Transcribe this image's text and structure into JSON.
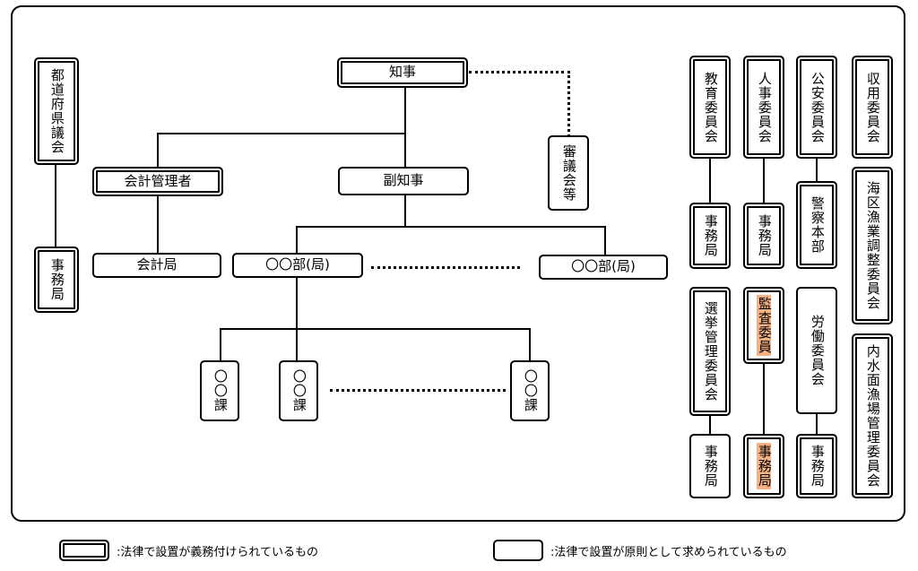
{
  "nodes": {
    "governor": "知事",
    "prefectural_assembly": "都道府県議会",
    "assembly_secretariat": "事務局",
    "councils": "審議会等",
    "accounting_manager": "会計管理者",
    "vice_governor": "副知事",
    "accounting_bureau": "会計局",
    "department_1": "〇〇部(局)",
    "department_2": "〇〇部(局)",
    "section_1": "〇〇課",
    "section_2": "〇〇課",
    "section_3": "〇〇課",
    "board_of_education": "教育委員会",
    "board_of_education_secretariat": "事務局",
    "personnel_commission": "人事委員会",
    "personnel_commission_secretariat": "事務局",
    "public_safety_commission": "公安委員会",
    "police_headquarters": "警察本部",
    "expropriation_committee": "収用委員会",
    "sea_area_fisheries_committee": "海区漁業調整委員会",
    "election_commission": "選挙管理委員会",
    "election_commission_secretariat": "事務局",
    "audit_commissioners": "監査委員",
    "audit_commissioners_secretariat": "事務局",
    "labor_relations_commission": "労働委員会",
    "labor_relations_commission_secretariat": "事務局",
    "inland_fisheries_committee": "内水面漁場管理委員会"
  },
  "legend": {
    "mandatory": ":法律で設置が義務付けられているもの",
    "principle": ":法律で設置が原則として求められているもの"
  },
  "colors": {
    "highlight": "#f4b183",
    "line": "#000000"
  }
}
